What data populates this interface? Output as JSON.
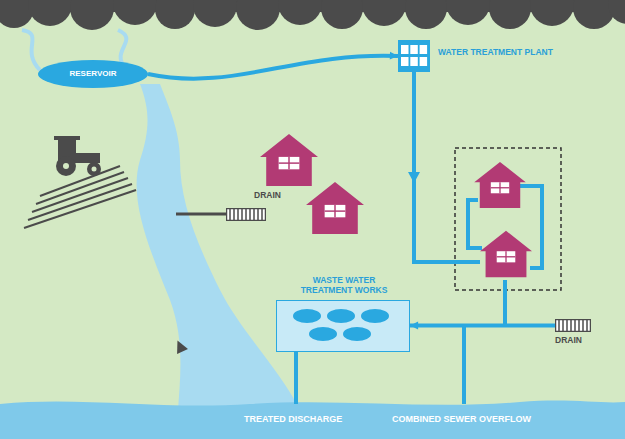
{
  "diagram": {
    "nodes": [
      {
        "text": [
          "RESERVOIR"
        ]
      },
      {
        "text": [
          "WATER TREATMENT PLANT"
        ]
      },
      {
        "text": [
          "DRAIN"
        ]
      },
      {
        "text": [
          "WASTE WATER TREATMENT WORKS"
        ]
      },
      {
        "text": [
          "DRAIN"
        ]
      }
    ],
    "edges": [
      {
        "from": 0,
        "to": 1,
        "arrow": "to"
      },
      {
        "from": 4,
        "to": 3,
        "arrow": "to"
      }
    ],
    "labels": [
      "TREATED DISCHARGE",
      "COMBINED SEWER OVERFLOW"
    ]
  }
}
